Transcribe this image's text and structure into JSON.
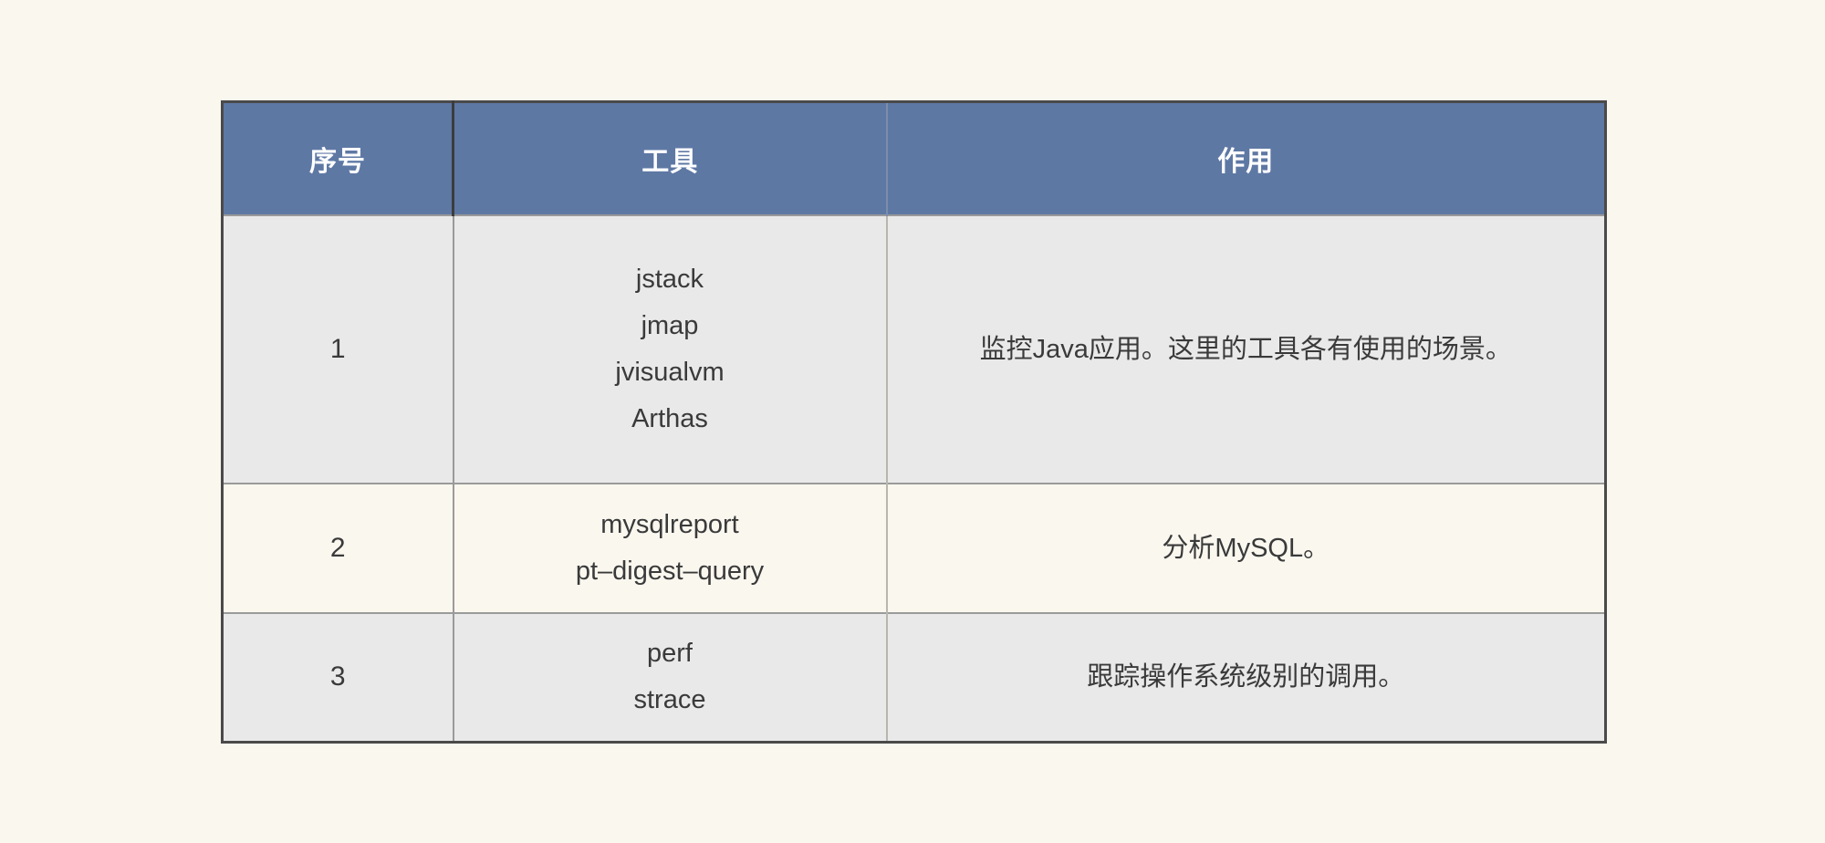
{
  "page": {
    "background_color": "#FAF7EF",
    "text_color": "#3A3A3A"
  },
  "table": {
    "header_background": "#5E78A4",
    "header_text_color": "#FFFFFF",
    "row_alt_background": "#E9E9E9",
    "border_color": "#4A4A4A",
    "columns": [
      "序号",
      "工具",
      "作用"
    ],
    "rows": [
      {
        "index": "1",
        "tools": [
          "jstack",
          "jmap",
          "jvisualvm",
          "Arthas"
        ],
        "description": "监控Java应用。这里的工具各有使用的场景。"
      },
      {
        "index": "2",
        "tools": [
          "mysqlreport",
          "pt–digest–query"
        ],
        "description": "分析MySQL。"
      },
      {
        "index": "3",
        "tools": [
          "perf",
          "strace"
        ],
        "description": "跟踪操作系统级别的调用。"
      }
    ]
  }
}
